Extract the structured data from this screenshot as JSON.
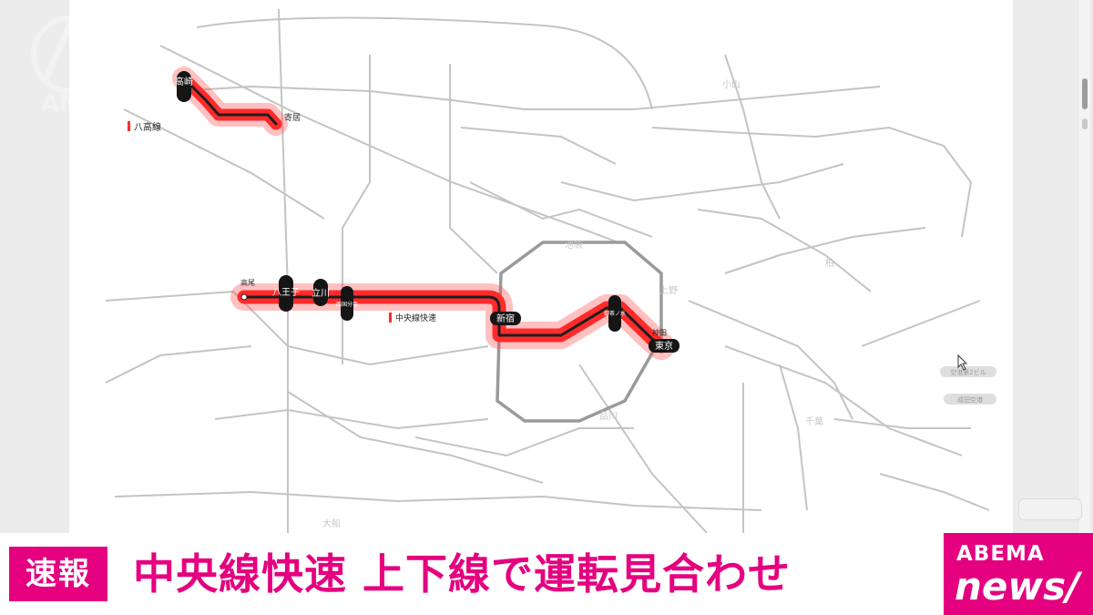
{
  "watermark": {
    "text": "ANN"
  },
  "map": {
    "highlighted_lines": [
      {
        "name": "中央線快速",
        "color": "#ff2b2b"
      },
      {
        "name": "八高線",
        "color": "#ff2b2b"
      }
    ],
    "legend": {
      "hachiko": "八高線",
      "chuo": "中央線快速"
    },
    "stations": {
      "takasaki": "高崎",
      "hachioji": "八王子",
      "tachikawa": "立川",
      "nishikokubunji": "西国分寺",
      "shinjuku": "新宿",
      "ochanomizu": "御茶ノ水",
      "kanda": "神田",
      "tokyo": "東京",
      "takao": "高尾",
      "yorii": "寄居",
      "ikebukuro": "池袋",
      "ueno": "上野",
      "shinagawa": "品川",
      "chiba": "千葉",
      "airport2": "空港第2ビル",
      "narita": "成田空港",
      "oyama": "小山",
      "kashiwa": "柏",
      "ofuna": "大船"
    }
  },
  "ticker": {
    "breaking_label": "速報",
    "headline": "中央線快速 上下線で運転見合わせ",
    "brand_top": "ABEMA",
    "brand_bottom": "news/",
    "accent_color": "#e4007f"
  }
}
